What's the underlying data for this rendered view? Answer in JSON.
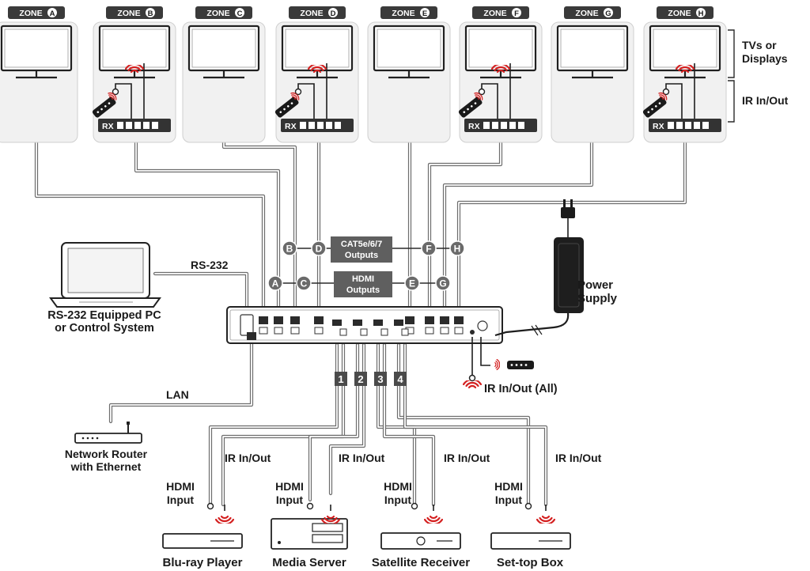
{
  "zones": [
    {
      "label": "ZONE",
      "letter": "A",
      "has_receiver": false
    },
    {
      "label": "ZONE",
      "letter": "B",
      "has_receiver": true
    },
    {
      "label": "ZONE",
      "letter": "C",
      "has_receiver": false
    },
    {
      "label": "ZONE",
      "letter": "D",
      "has_receiver": true
    },
    {
      "label": "ZONE",
      "letter": "E",
      "has_receiver": false
    },
    {
      "label": "ZONE",
      "letter": "F",
      "has_receiver": true
    },
    {
      "label": "ZONE",
      "letter": "G",
      "has_receiver": false
    },
    {
      "label": "ZONE",
      "letter": "H",
      "has_receiver": true
    }
  ],
  "receiver_label": "RX",
  "brackets": {
    "displays": [
      "TVs or",
      "Displays"
    ],
    "ir": "IR In/Out"
  },
  "outputs": {
    "cat_group": {
      "lines": [
        "CAT5e/6/7",
        "Outputs"
      ],
      "letters": [
        "B",
        "D",
        "F",
        "H"
      ]
    },
    "hdmi_group": {
      "lines": [
        "HDMI",
        "Outputs"
      ],
      "letters": [
        "A",
        "C",
        "E",
        "G"
      ]
    }
  },
  "control": {
    "rs232_label": "RS-232",
    "pc_label": [
      "RS-232 Equipped PC",
      "or Control System"
    ],
    "lan_label": "LAN",
    "router_label": [
      "Network Router",
      "with Ethernet"
    ]
  },
  "power": {
    "label": [
      "Power",
      "Supply"
    ]
  },
  "ir_all_label": "IR In/Out  (All)",
  "inputs": [
    {
      "number": "1",
      "name": "Blu-ray Player",
      "hdmi_label": [
        "HDMI",
        "Input"
      ],
      "ir_label": "IR In/Out"
    },
    {
      "number": "2",
      "name": "Media Server",
      "hdmi_label": [
        "HDMI",
        "Input"
      ],
      "ir_label": "IR In/Out"
    },
    {
      "number": "3",
      "name": "Satellite Receiver",
      "hdmi_label": [
        "HDMI",
        "Input"
      ],
      "ir_label": "IR In/Out"
    },
    {
      "number": "4",
      "name": "Set-top Box",
      "hdmi_label": [
        "HDMI",
        "Input"
      ],
      "ir_label": "IR In/Out"
    }
  ],
  "colors": {
    "cable": "#6d6d6d",
    "badge": "#6a6a6a",
    "ir_wave": "#d42020",
    "tile": "#f1f1f1",
    "device": "#ffffff"
  }
}
